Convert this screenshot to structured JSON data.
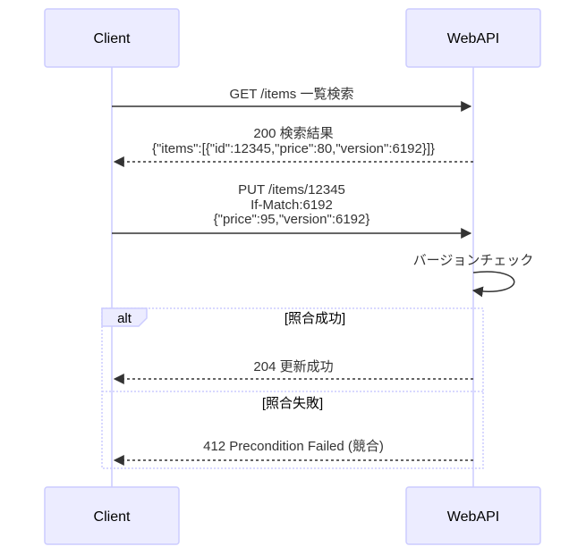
{
  "participants": [
    {
      "id": "client",
      "label": "Client"
    },
    {
      "id": "webapi",
      "label": "WebAPI"
    }
  ],
  "messages": [
    {
      "from": "client",
      "to": "webapi",
      "style": "solid",
      "lines": [
        "GET /items 一覧検索"
      ]
    },
    {
      "from": "webapi",
      "to": "client",
      "style": "dashed",
      "lines": [
        "200 検索結果",
        "{\"items\":[{\"id\":12345,\"price\":80,\"version\":6192}]}"
      ]
    },
    {
      "from": "client",
      "to": "webapi",
      "style": "solid",
      "lines": [
        "PUT /items/12345",
        "If-Match:6192",
        "{\"price\":95,\"version\":6192}"
      ]
    },
    {
      "from": "webapi",
      "to": "webapi",
      "style": "solid",
      "lines": [
        "バージョンチェック"
      ]
    },
    {
      "from": "webapi",
      "to": "client",
      "style": "dashed",
      "lines": [
        "204 更新成功"
      ]
    },
    {
      "from": "webapi",
      "to": "client",
      "style": "dashed",
      "lines": [
        "412 Precondition Failed (競合)"
      ]
    }
  ],
  "alt_block": {
    "label": "alt",
    "conditions": [
      "[照合成功]",
      "[照合失敗]"
    ]
  },
  "colors": {
    "actor_fill": "#ECECFF",
    "actor_stroke": "#CCCCFF",
    "line": "#333333"
  }
}
